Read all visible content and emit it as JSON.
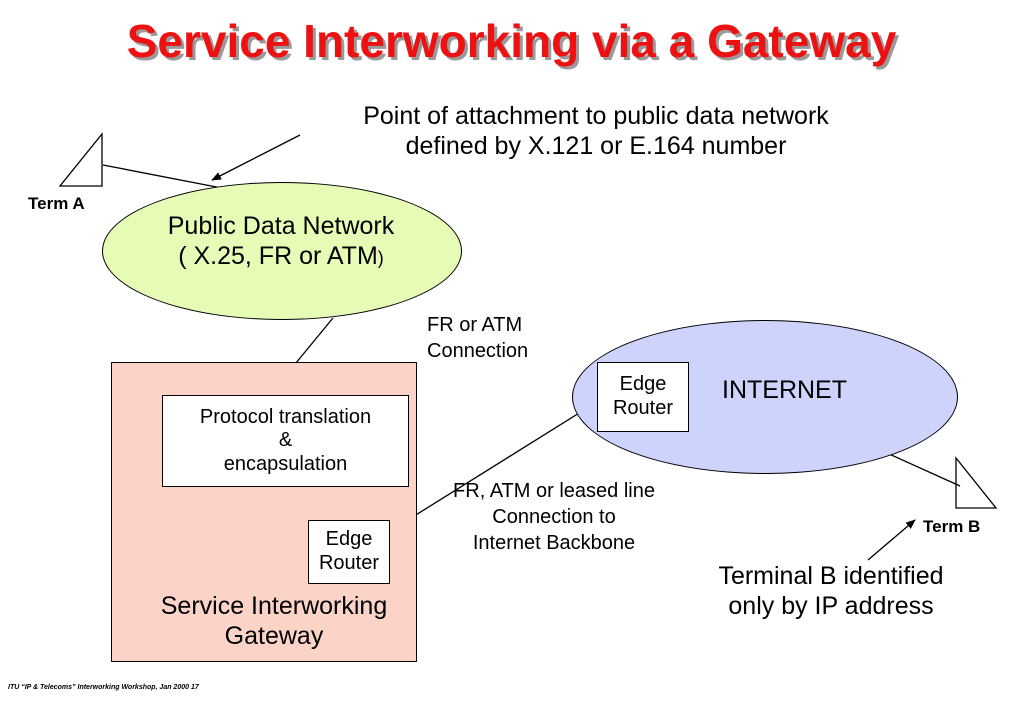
{
  "slide": {
    "title": "Service Interworking via a Gateway",
    "footer": "ITU “IP & Telecoms” Interworking Workshop,  Jan 2000  17"
  },
  "annotations": {
    "attachment_line1": "Point of attachment to public data network",
    "attachment_line2": "defined by X.121 or E.164 number",
    "fr_atm_line1": "FR or ATM",
    "fr_atm_line2": "Connection",
    "backbone_line1": "FR, ATM or leased line",
    "backbone_line2": "Connection to",
    "backbone_line3": "Internet Backbone",
    "termb_id_line1": "Terminal B identified",
    "termb_id_line2": "only by IP address"
  },
  "terminals": {
    "a_label": "Term A",
    "b_label": "Term B"
  },
  "public_network": {
    "line1": "Public Data Network",
    "line2_main": "( X.25, FR or ATM",
    "line2_close": ")",
    "fill": "#e6fbb5"
  },
  "internet": {
    "label": "INTERNET",
    "fill": "#cdd3fb",
    "edge_router_line1": "Edge",
    "edge_router_line2": "Router"
  },
  "gateway": {
    "label_line1": "Service Interworking",
    "label_line2": "Gateway",
    "fill": "#fbd4c7",
    "protocol_line1": "Protocol translation",
    "protocol_line2": "&",
    "protocol_line3": "encapsulation",
    "edge_router_line1": "Edge",
    "edge_router_line2": "Router"
  }
}
